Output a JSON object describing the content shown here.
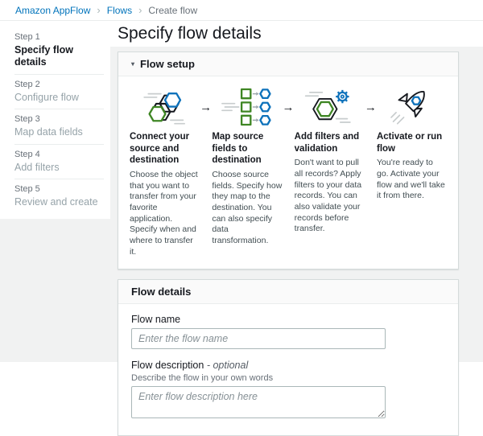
{
  "breadcrumb": {
    "separator": "›",
    "items": [
      {
        "label": "Amazon AppFlow"
      },
      {
        "label": "Flows"
      },
      {
        "label": "Create flow"
      }
    ]
  },
  "steps": {
    "items": [
      {
        "step": "Step 1",
        "title": "Specify flow details",
        "active": true
      },
      {
        "step": "Step 2",
        "title": "Configure flow",
        "active": false
      },
      {
        "step": "Step 3",
        "title": "Map data fields",
        "active": false
      },
      {
        "step": "Step 4",
        "title": "Add filters",
        "active": false
      },
      {
        "step": "Step 5",
        "title": "Review and create",
        "active": false
      }
    ]
  },
  "page": {
    "title": "Specify flow details"
  },
  "flow_setup": {
    "collapse_icon": "▾",
    "title": "Flow setup",
    "arrow": "→",
    "columns": [
      {
        "icon": "source-destination-icon",
        "title": "Connect your source and destination",
        "body": "Choose the object that you want to transfer from your favorite application. Specify when and where to transfer it."
      },
      {
        "icon": "map-fields-icon",
        "title": "Map source fields to destination",
        "body": "Choose source fields. Specify how they map to the destination. You can also specify data transformation."
      },
      {
        "icon": "filters-validation-icon",
        "title": "Add filters and validation",
        "body": "Don't want to pull all records? Apply filters to your data records. You can also validate your records before transfer."
      },
      {
        "icon": "rocket-icon",
        "title": "Activate or run flow",
        "body": "You're ready to go. Activate your flow and we'll take it from there."
      }
    ]
  },
  "flow_details": {
    "title": "Flow details",
    "flow_name": {
      "label": "Flow name",
      "value": "",
      "placeholder": "Enter the flow name"
    },
    "flow_description": {
      "label": "Flow description",
      "optional_suffix": "- optional",
      "hint": "Describe the flow in your own words",
      "value": "",
      "placeholder": "Enter flow description here"
    }
  },
  "colors": {
    "breadcrumb_link": "#0073bb",
    "page_background": "#f1f2f2",
    "panel_border": "#d5dbdb",
    "icon_green": "#3f8624",
    "icon_blue": "#0e72bb",
    "icon_outline": "#16191f"
  }
}
